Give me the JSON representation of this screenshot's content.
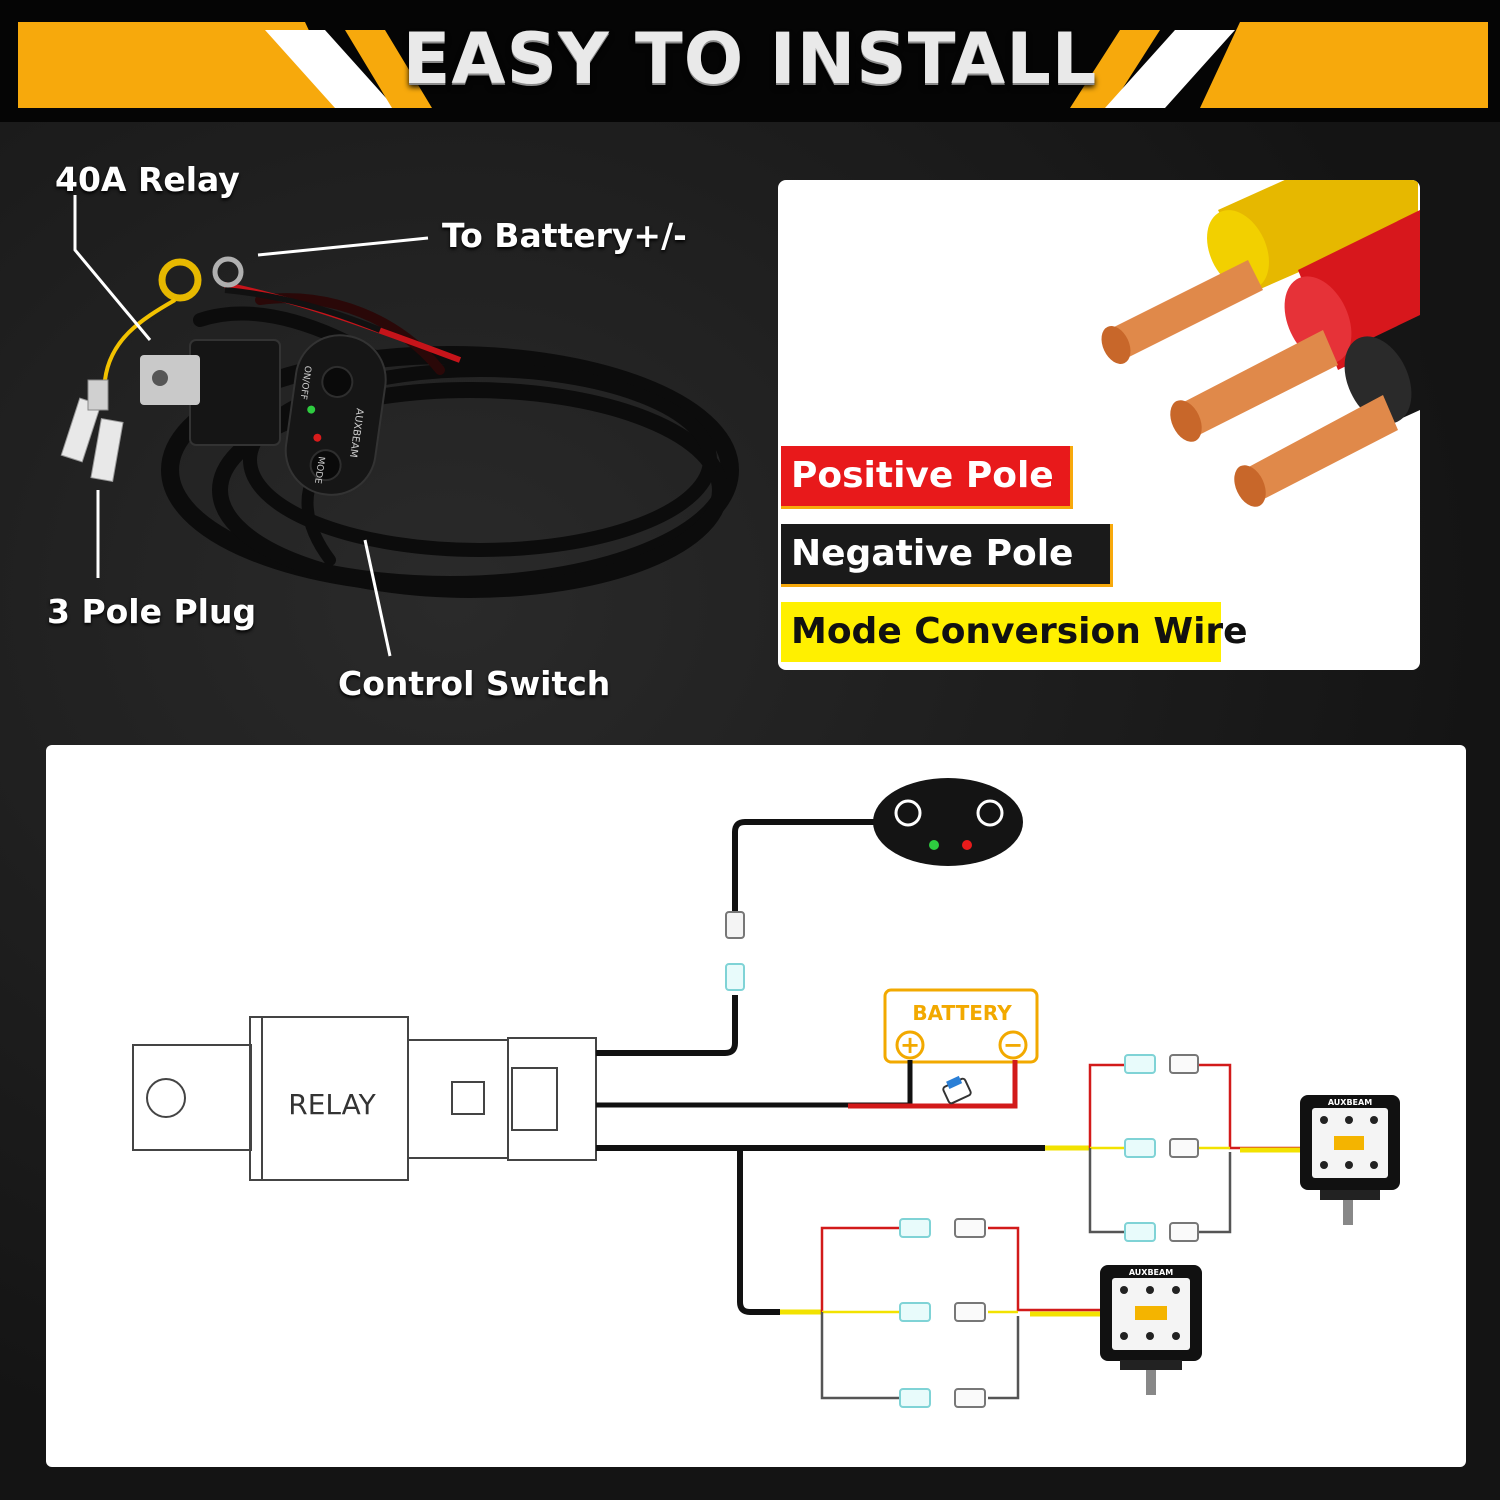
{
  "title": "EASY TO INSTALL",
  "callouts": {
    "relay": "40A Relay",
    "battery": "To Battery+/-",
    "plug": "3 Pole Plug",
    "switch": "Control Switch"
  },
  "switch_text": {
    "brand": "AUXBEAM",
    "power": "ON/OFF",
    "mode": "MODE"
  },
  "wire_legend": [
    {
      "label": "Positive Pole",
      "bg": "#e8191b",
      "fg": "#ffffff"
    },
    {
      "label": "Negative Pole",
      "bg": "#1a1a1a",
      "fg": "#ffffff"
    },
    {
      "label": "Mode Conversion Wire",
      "bg": "#fff000",
      "fg": "#111111"
    }
  ],
  "diagram": {
    "relay_label": "RELAY",
    "battery_label": "BATTERY",
    "battery_plus": "+",
    "battery_minus": "−",
    "light_brand": "AUXBEAM"
  },
  "colors": {
    "accent": "#f7a90c",
    "positive": "#e8191b",
    "negative": "#111111",
    "mode": "#f2e200",
    "connector": "#7fd3d6"
  }
}
